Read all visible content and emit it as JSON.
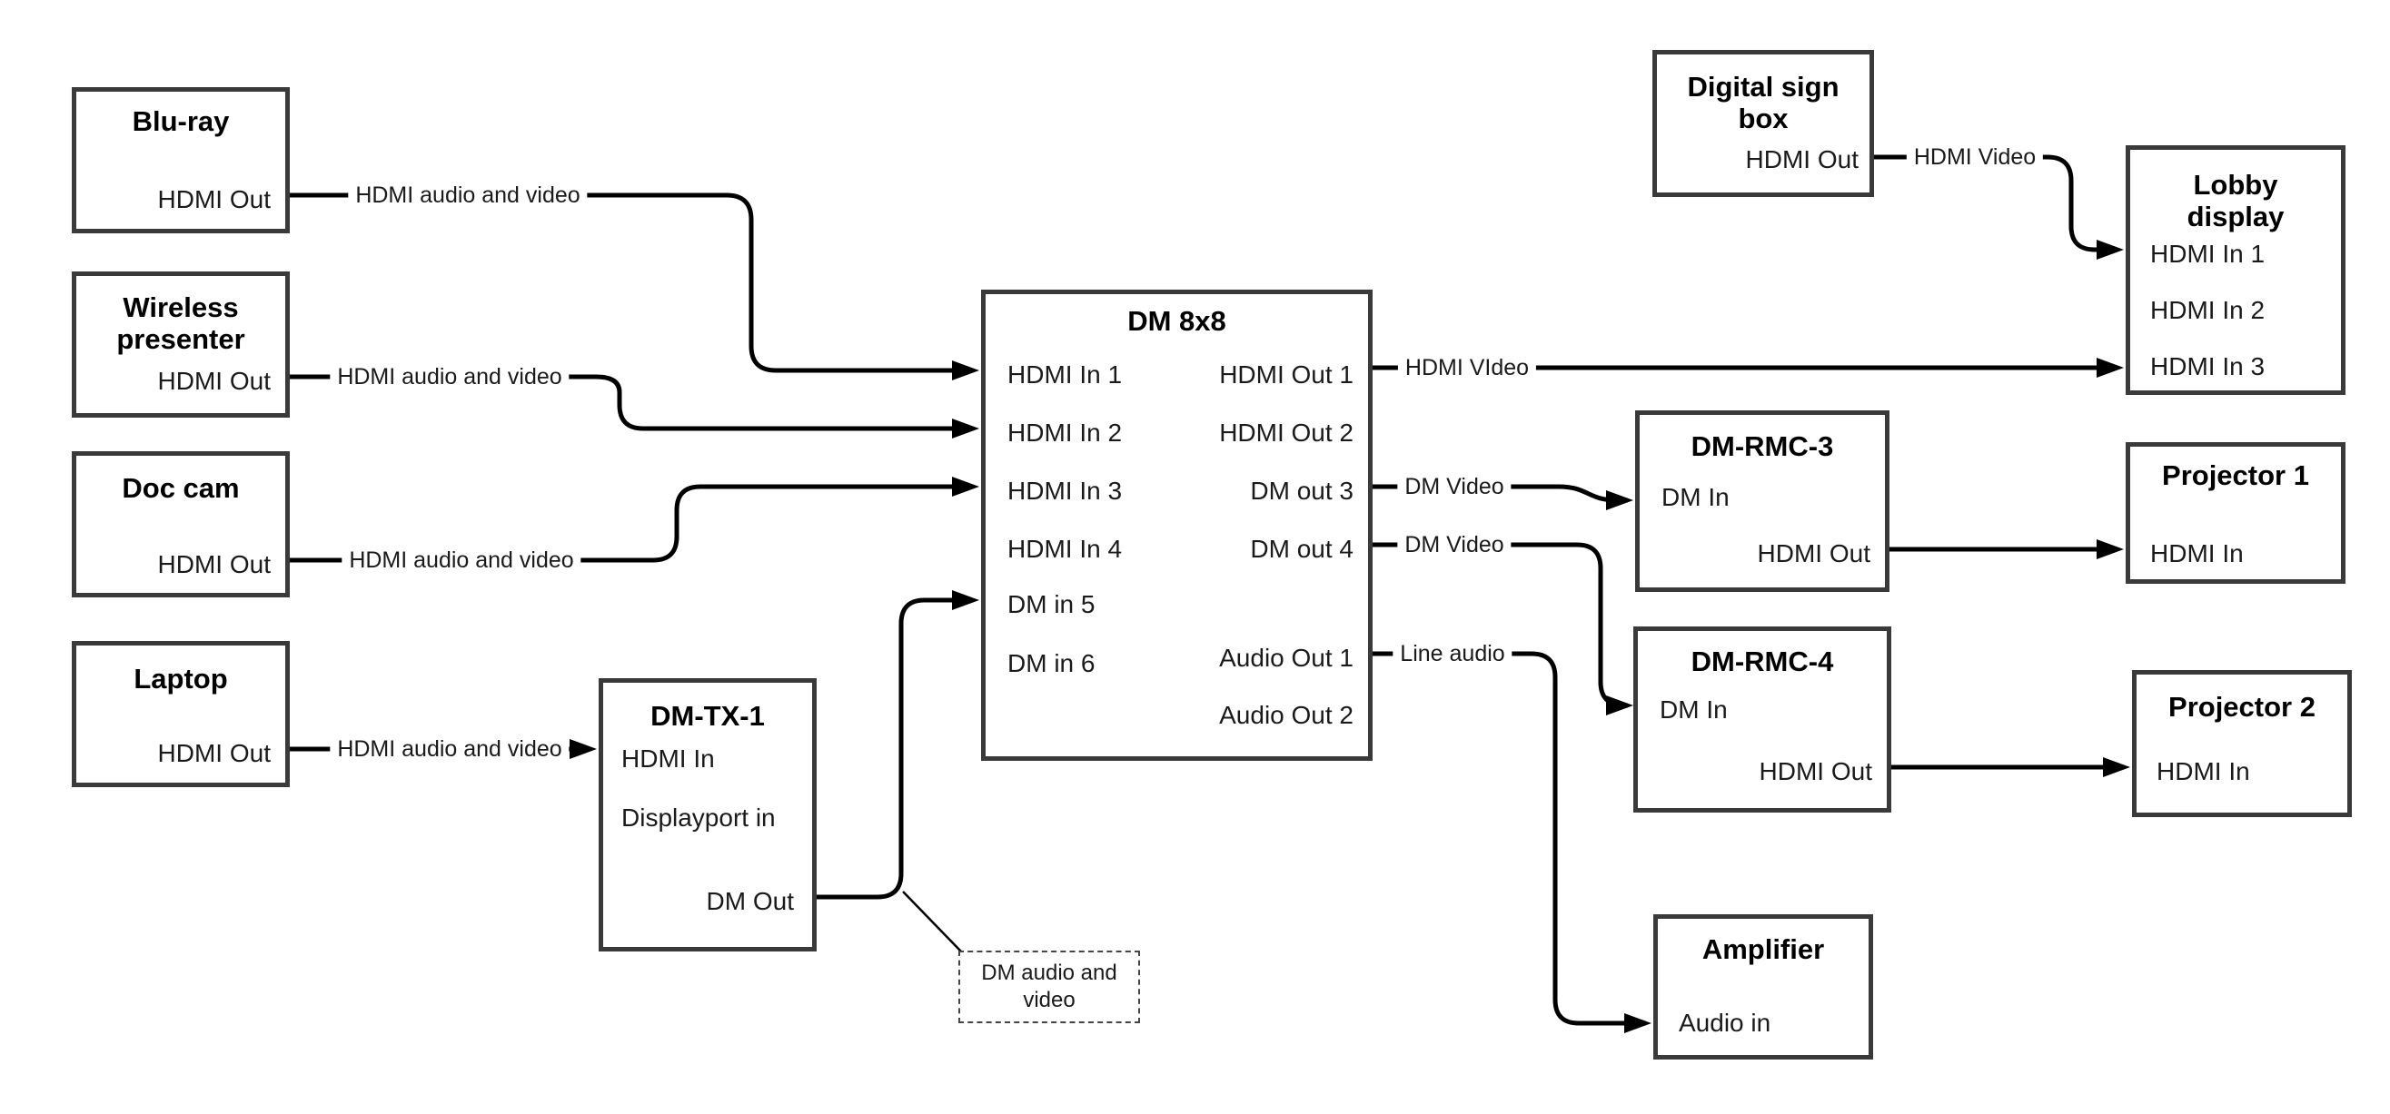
{
  "diagram": {
    "colors": {
      "wire": "#000000",
      "box_border": "#3a3a3a",
      "text": "#111111",
      "background": "#ffffff"
    },
    "nodes": {
      "bluray": {
        "title": [
          "Blu-ray"
        ],
        "ports": [
          {
            "label": "HDMI Out"
          }
        ]
      },
      "wireless": {
        "title": [
          "Wireless",
          "presenter"
        ],
        "ports": [
          {
            "label": "HDMI Out"
          }
        ]
      },
      "doccam": {
        "title": [
          "Doc cam"
        ],
        "ports": [
          {
            "label": "HDMI Out"
          }
        ]
      },
      "laptop": {
        "title": [
          "Laptop"
        ],
        "ports": [
          {
            "label": "HDMI Out"
          }
        ]
      },
      "dmtx1": {
        "title": [
          "DM-TX-1"
        ],
        "ports": [
          {
            "label": "HDMI In"
          },
          {
            "label": "Displayport in"
          },
          {
            "label": "DM Out"
          }
        ]
      },
      "dm8x8": {
        "title": [
          "DM 8x8"
        ],
        "ports_left": [
          {
            "label": "HDMI In 1"
          },
          {
            "label": "HDMI In 2"
          },
          {
            "label": "HDMI In 3"
          },
          {
            "label": "HDMI In 4"
          },
          {
            "label": "DM in 5"
          },
          {
            "label": "DM in 6"
          }
        ],
        "ports_right": [
          {
            "label": "HDMI Out 1"
          },
          {
            "label": "HDMI Out 2"
          },
          {
            "label": "DM out 3"
          },
          {
            "label": "DM out 4"
          },
          {
            "label": "Audio Out 1"
          },
          {
            "label": "Audio Out 2"
          }
        ]
      },
      "signbox": {
        "title": [
          "Digital sign",
          "box"
        ],
        "ports": [
          {
            "label": "HDMI Out"
          }
        ]
      },
      "lobby": {
        "title": [
          "Lobby",
          "display"
        ],
        "ports": [
          {
            "label": "HDMI In 1"
          },
          {
            "label": "HDMI In 2"
          },
          {
            "label": "HDMI In 3"
          }
        ]
      },
      "rmc3": {
        "title": [
          "DM-RMC-3"
        ],
        "ports": [
          {
            "label": "DM In"
          },
          {
            "label": "HDMI Out"
          }
        ]
      },
      "proj1": {
        "title": [
          "Projector 1"
        ],
        "ports": [
          {
            "label": "HDMI In"
          }
        ]
      },
      "rmc4": {
        "title": [
          "DM-RMC-4"
        ],
        "ports": [
          {
            "label": "DM In"
          },
          {
            "label": "HDMI Out"
          }
        ]
      },
      "proj2": {
        "title": [
          "Projector 2"
        ],
        "ports": [
          {
            "label": "HDMI In"
          }
        ]
      },
      "amp": {
        "title": [
          "Amplifier"
        ],
        "ports": [
          {
            "label": "Audio in"
          }
        ]
      }
    },
    "wire_labels": [
      {
        "text": "HDMI audio and video"
      },
      {
        "text": "HDMI audio and video"
      },
      {
        "text": "HDMI audio and video"
      },
      {
        "text": "HDMI audio and video"
      },
      {
        "text": "HDMI VIdeo"
      },
      {
        "text": "HDMI Video"
      },
      {
        "text": "DM Video"
      },
      {
        "text": "DM Video"
      },
      {
        "text": "Line audio"
      }
    ],
    "annotation": {
      "lines": [
        "DM audio and",
        "video"
      ]
    }
  }
}
